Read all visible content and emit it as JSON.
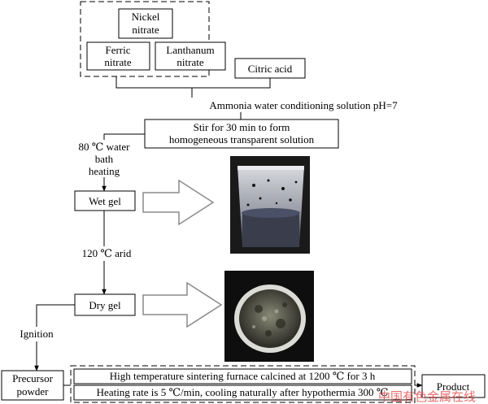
{
  "nodes": {
    "nickel": {
      "line1": "Nickel",
      "line2": "nitrate"
    },
    "ferric": {
      "line1": "Ferric",
      "line2": "nitrate"
    },
    "lanthanum": {
      "line1": "Lanthanum",
      "line2": "nitrate"
    },
    "citric": {
      "label": "Citric acid"
    },
    "ammonia": {
      "label": "Ammonia water conditioning solution pH=7"
    },
    "stir": {
      "line1": "Stir for 30 min to form",
      "line2": "homogeneous transparent solution"
    },
    "water_bath": {
      "line1": "80 ℃ water",
      "line2": "bath",
      "line3": "heating"
    },
    "wet_gel": {
      "label": "Wet gel"
    },
    "arid": {
      "label": "120 ℃ arid"
    },
    "dry_gel": {
      "label": "Dry gel"
    },
    "ignition": {
      "label": "Ignition"
    },
    "precursor": {
      "line1": "Precursor",
      "line2": "powder"
    },
    "sintering": {
      "line1": "High temperature sintering furnace calcined at 1200 ℃ for 3 h",
      "line2": "Heating rate is 5 ℃/min, cooling naturally after hypothermia 300 ℃"
    },
    "product": {
      "label": "Product"
    }
  },
  "watermark": {
    "text": "中国有色金属在线"
  },
  "colors": {
    "arrow_fill": "#ffffff",
    "arrow_stroke": "#8a8a8a",
    "watermark": "#e03a3a",
    "photo_wet": "#3a3e4c",
    "photo_dry": "#4a4a42"
  }
}
